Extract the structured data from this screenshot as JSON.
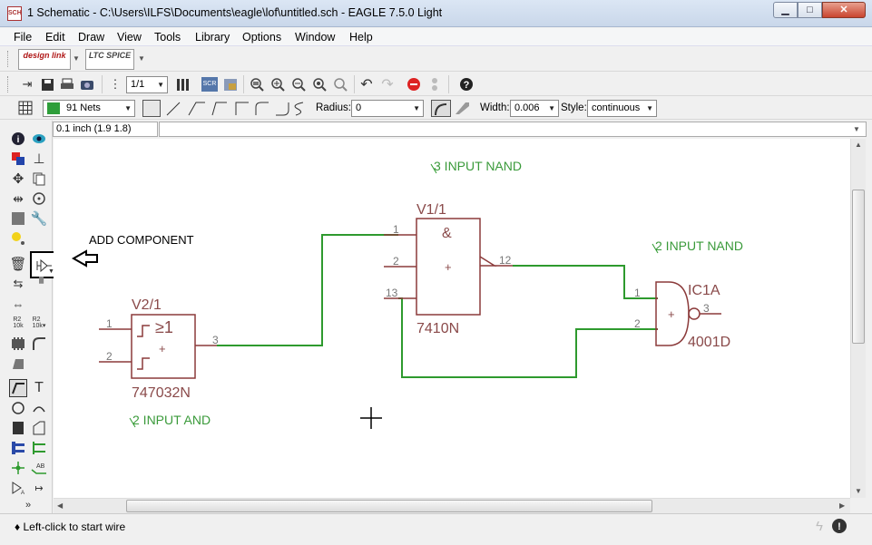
{
  "window": {
    "title": "1 Schematic - C:\\Users\\ILFS\\Documents\\eagle\\lof\\untitled.sch - EAGLE 7.5.0 Light",
    "icon_label": "SCH",
    "minimize_glyph": "▁",
    "maximize_glyph": "□",
    "close_glyph": "✕"
  },
  "menu": [
    "File",
    "Edit",
    "Draw",
    "View",
    "Tools",
    "Library",
    "Options",
    "Window",
    "Help"
  ],
  "toolbar1": {
    "designlink_label": "design link",
    "ltspice_label": "LTC SPICE"
  },
  "toolbar2": {
    "sheet_select": "1/1",
    "scr_label": "SCR"
  },
  "toolbar3": {
    "layer_select": "91 Nets",
    "layer_color": "#2e9e3a",
    "radius_label": "Radius:",
    "radius_value": "0",
    "width_label": "Width:",
    "width_value": "0.006",
    "style_label": "Style:",
    "style_value": "continuous"
  },
  "coordinates": "0.1 inch (1.9 1.8)",
  "annotation": {
    "text": "ADD COMPONENT"
  },
  "schematic": {
    "wire_color": "#2e9a2e",
    "symbol_color": "#8b3a3a",
    "labels": {
      "nand3": "3 INPUT NAND",
      "nand2": "2 INPUT NAND",
      "and2": "2 INPUT AND"
    },
    "parts": {
      "v2": {
        "name": "V2/1",
        "value": "747032N",
        "symbol": "≥1",
        "sign": "+",
        "pins": [
          "1",
          "2",
          "3"
        ]
      },
      "v1": {
        "name": "V1/1",
        "value": "7410N",
        "symbol": "&",
        "sign": "+",
        "pins": [
          "1",
          "2",
          "13",
          "12"
        ]
      },
      "ic1a": {
        "name": "IC1A",
        "value": "4001D",
        "sign": "+",
        "pins": [
          "1",
          "2",
          "3"
        ]
      }
    }
  },
  "status": {
    "message": "Left-click to start wire",
    "bullet": "♦"
  }
}
